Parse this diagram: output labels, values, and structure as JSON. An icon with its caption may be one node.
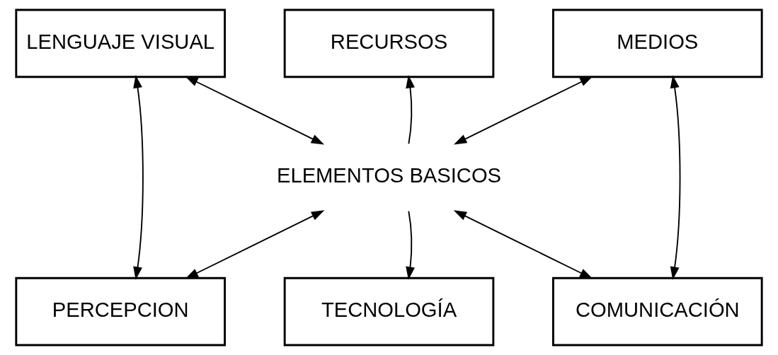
{
  "diagram": {
    "nodes": [
      {
        "text": [
          "LENGUAJE VISUAL"
        ]
      },
      {
        "text": [
          "RECURSOS"
        ]
      },
      {
        "text": [
          "MEDIOS"
        ]
      },
      {
        "text": [
          "ELEMENTOS BASICOS"
        ]
      },
      {
        "text": [
          "PERCEPCION"
        ]
      },
      {
        "text": [
          "TECNOLOGÍA"
        ]
      },
      {
        "text": [
          "COMUNICACIÓN"
        ]
      }
    ],
    "edges": [
      {
        "from": 3,
        "to": 0,
        "arrow": "both"
      },
      {
        "from": 3,
        "to": 1,
        "arrow": "to"
      },
      {
        "from": 3,
        "to": 2,
        "arrow": "both"
      },
      {
        "from": 3,
        "to": 4,
        "arrow": "both"
      },
      {
        "from": 3,
        "to": 5,
        "arrow": "to"
      },
      {
        "from": 3,
        "to": 6,
        "arrow": "both"
      },
      {
        "from": 0,
        "to": 4,
        "arrow": "both"
      },
      {
        "from": 2,
        "to": 6,
        "arrow": "both"
      }
    ]
  }
}
